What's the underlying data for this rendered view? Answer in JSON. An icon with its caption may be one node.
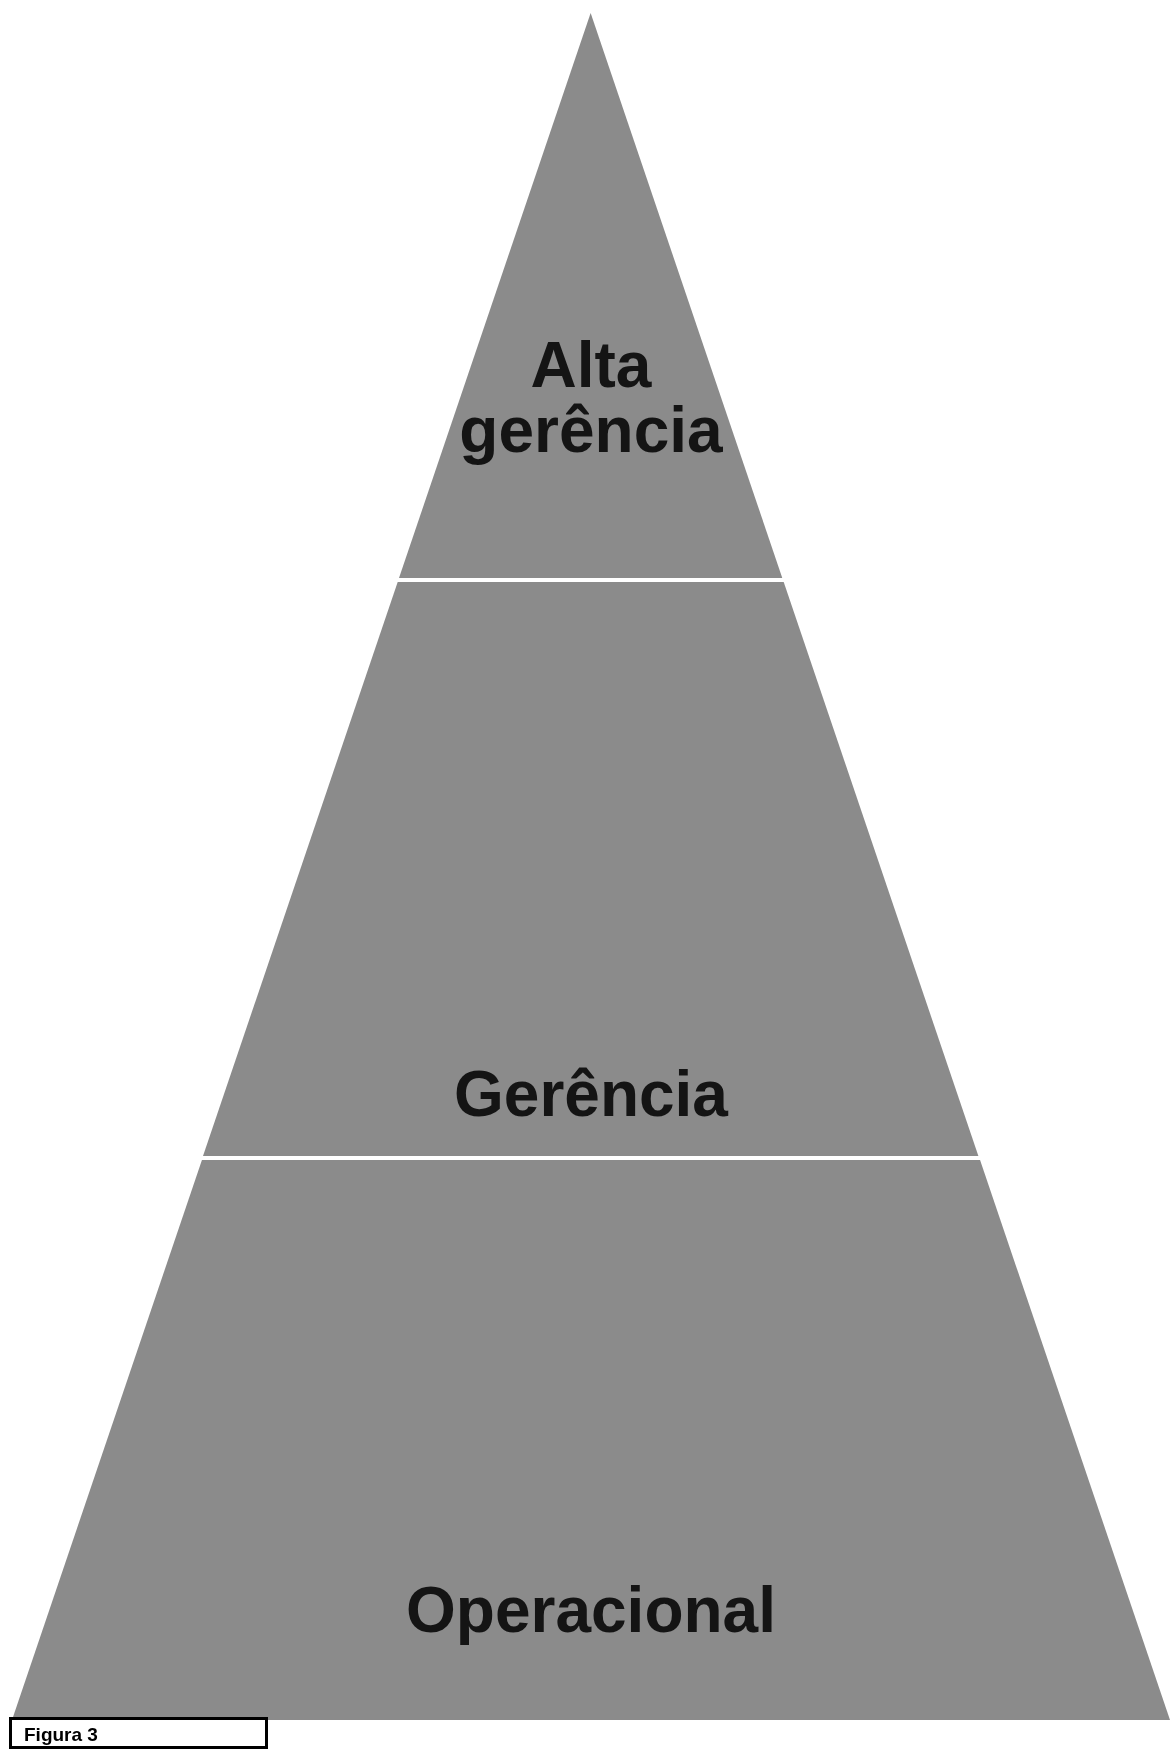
{
  "diagram": {
    "nodes": [
      {
        "text": [
          "Alta gerência"
        ]
      },
      {
        "text": [
          "Gerência"
        ]
      },
      {
        "text": [
          "Operacional"
        ]
      },
      {
        "text": [
          "Figura 3"
        ]
      }
    ]
  }
}
